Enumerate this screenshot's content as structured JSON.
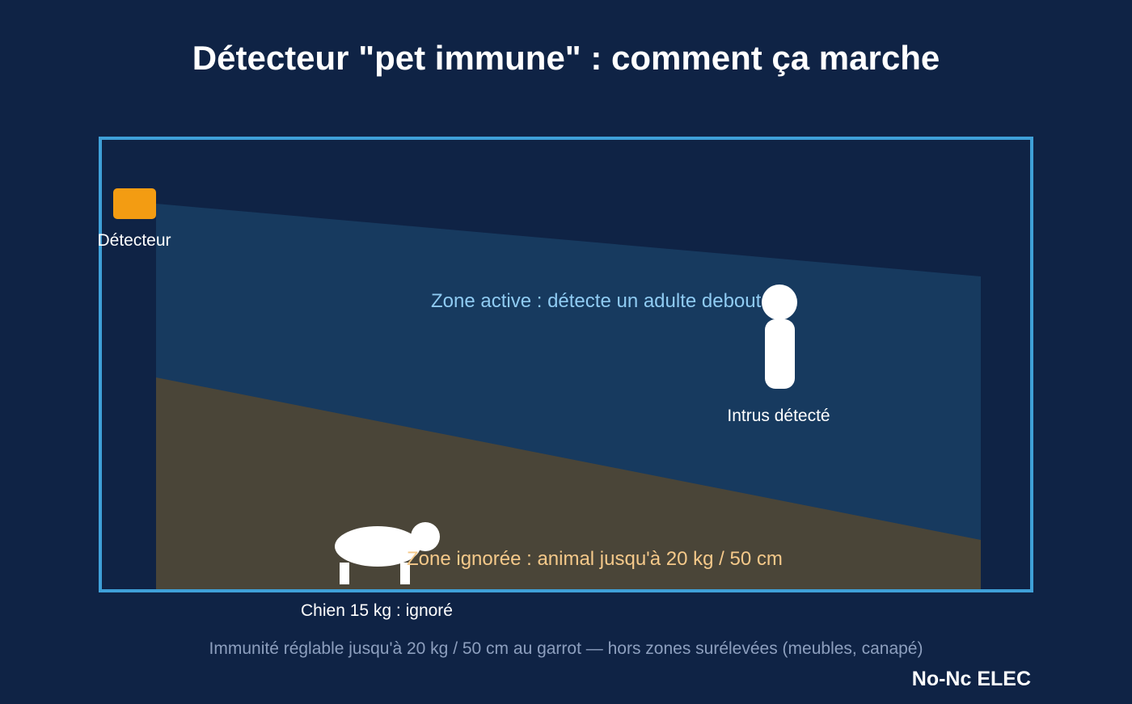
{
  "title": "Détecteur \"pet immune\" : comment ça marche",
  "detector": {
    "label": "Détecteur"
  },
  "zones": {
    "active_label": "Zone active : détecte un adulte debout",
    "ignored_label": "Zone ignorée : animal jusqu'à 20 kg / 50 cm"
  },
  "intruder": {
    "label": "Intrus détecté"
  },
  "dog": {
    "label": "Chien 15 kg : ignoré"
  },
  "footnote": "Immunité réglable jusqu'à 20 kg / 50 cm au garrot — hors zones surélevées (meubles, canapé)",
  "brand": "No-Nc ELEC",
  "colors": {
    "background": "#0f2345",
    "room_border": "#3fa0d8",
    "active_zone": "#173a5f",
    "ignored_zone": "#4a4538",
    "detector": "#f39c12",
    "figure": "#ffffff",
    "active_text": "#8fcbf2",
    "ignored_text": "#f5c98a",
    "footnote_text": "#8d9fbe"
  }
}
